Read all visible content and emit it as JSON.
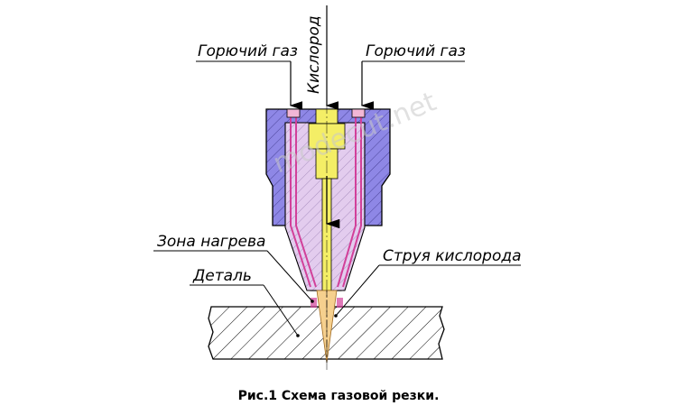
{
  "labels": {
    "fuel_gas_left": "Горючий газ",
    "oxygen": "Кислород",
    "fuel_gas_right": "Горючий газ",
    "heating_zone": "Зона нагрева",
    "oxygen_jet": "Струя кислорода",
    "workpiece": "Деталь"
  },
  "caption": "Рис.1 Схема газовой резки.",
  "watermark": "modecut.net",
  "colors": {
    "body_fill": "#8e87e6",
    "inner_fill": "#e3ccee",
    "oxygen_fill": "#f4ee66",
    "jet_fill": "#f6d08e",
    "gas_line": "#d2409a",
    "outline": "#000000"
  }
}
